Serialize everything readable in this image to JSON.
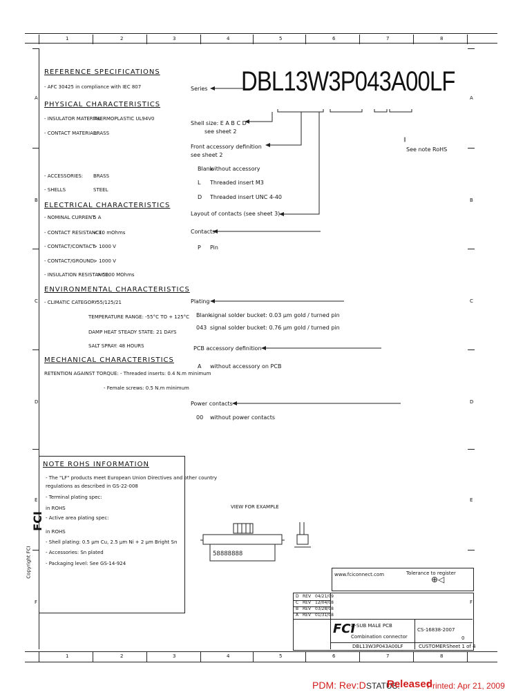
{
  "grid": {
    "top_cols": [
      "1",
      "2",
      "3",
      "4",
      "5",
      "6",
      "7",
      "8"
    ],
    "bottom_cols": [
      "1",
      "2",
      "3",
      "4",
      "5",
      "6",
      "7",
      "8"
    ],
    "left_rows": [
      "A",
      "B",
      "C",
      "D",
      "E",
      "F"
    ],
    "right_rows": [
      "A",
      "B",
      "C",
      "D",
      "E",
      "F"
    ]
  },
  "left": {
    "ref_spec": {
      "title": "REFERENCE SPECIFICATIONS",
      "lines": [
        "- AFC 30425 in compliance with IEC 807"
      ]
    },
    "physical": {
      "title": "PHYSICAL CHARACTERISTICS",
      "rows": [
        {
          "k": "- INSULATOR MATERIAL:",
          "v": "THERMOPLASTIC UL94V0"
        },
        {
          "k": "- CONTACT MATERIAL:",
          "v": "BRASS"
        },
        {
          "k": "- ACCESSORIES:",
          "v": "BRASS"
        },
        {
          "k": "- SHELLS",
          "v": "STEEL"
        }
      ]
    },
    "electrical": {
      "title": "ELECTRICAL CHARACTERISTICS",
      "rows": [
        {
          "k": "- NOMINAL CURRENT:",
          "v": "5 A"
        },
        {
          "k": "- CONTACT RESISTANCE:",
          "v": "< 10 mOhms"
        },
        {
          "k": "- CONTACT/CONTACT:",
          "v": "> 1000 V"
        },
        {
          "k": "- CONTACT/GROUND:",
          "v": "> 1000 V"
        },
        {
          "k": "- INSULATION RESISTANCE:",
          "v": "> 5000 MOhms"
        }
      ]
    },
    "environmental": {
      "title": "ENVIRONMENTAL CHARACTERISTICS",
      "rows": [
        {
          "k": "- CLIMATIC CATEGORY:",
          "v": "55/125/21"
        },
        {
          "k": "",
          "v": "TEMPERATURE RANGE: -55°C TO + 125°C"
        },
        {
          "k": "",
          "v": "DAMP HEAT STEADY STATE: 21 DAYS"
        },
        {
          "k": "",
          "v": "SALT SPRAY: 48 HOURS"
        }
      ]
    },
    "mechanical": {
      "title": "MECHANICAL CHARACTERISTICS",
      "lines": [
        "RETENTION AGAINST TORQUE: - Threaded inserts: 0.4 N.m minimum",
        "- Female screws: 0.5 N.m minimum"
      ]
    },
    "note": {
      "title": "NOTE ROHS INFORMATION",
      "lines": [
        "- The \"LF\" products meet European Union Directives and other country",
        "  regulations as described in GS-22-008",
        "- Terminal plating spec:",
        "  in ROHS",
        "- Active area plating spec:",
        "  in ROHS",
        "- Shell plating: 0.5 µm Cu, 2.5 µm Ni + 2 µm Bright Sn",
        "- Accessories: Sn plated",
        "- Packaging level: See GS-14-924"
      ]
    },
    "copyright": "Copyright FCI"
  },
  "right": {
    "part_number": "DBL13W3P043A00LF",
    "series": "Series",
    "shell_size": "Shell size: E A B C D",
    "shell_see": "see sheet 2",
    "see_rohs": "See note RoHS",
    "front_acc": "Front accessory definition",
    "front_see": "see sheet 2",
    "acc_rows": [
      {
        "k": "Blank",
        "v": "without accessory"
      },
      {
        "k": "L",
        "v": "Threaded insert M3"
      },
      {
        "k": "D",
        "v": "Threaded insert UNC 4-40"
      }
    ],
    "layout": "Layout of contacts (see sheet 3)",
    "contacts": "Contacts",
    "contacts_row": {
      "k": "P",
      "v": "Pin"
    },
    "plating": "Plating",
    "plating_rows": [
      {
        "k": "Blank",
        "v": "signal solder bucket: 0.03 µm gold / turned pin"
      },
      {
        "k": "043",
        "v": "signal solder bucket: 0.76 µm gold / turned pin"
      }
    ],
    "pcb_acc": "PCB accessory definition",
    "pcb_row": {
      "k": "A",
      "v": "without accessory on PCB"
    },
    "power": "Power contacts",
    "power_row": {
      "k": "00",
      "v": "without power contacts"
    },
    "view_label": "VIEW FOR EXAMPLE",
    "pin_labels": "58888888"
  },
  "title_block": {
    "website": "www.fciconnect.com",
    "tolerance": "Tolerance to register",
    "projection": "Projection",
    "rev_rows": [
      {
        "rev": "D",
        "desc": "REV",
        "date": "04/21/09"
      },
      {
        "rev": "C",
        "desc": "REV",
        "date": "12/04/08"
      },
      {
        "rev": "B",
        "desc": "REV",
        "date": "03/28/08"
      },
      {
        "rev": "A",
        "desc": "REV",
        "date": "01/31/08"
      }
    ],
    "title": "D-SUB MALE PCB",
    "subtitle": "Combination connector",
    "doc_no": "DBL13W3P043A00LF",
    "drawing_no": "CS-16838-2007",
    "sheet": "0",
    "customer": "CUSTOMER",
    "sheet_of": "Sheet 1 of 4",
    "brand": "FCI",
    "logo_text": "FCI"
  },
  "footer": {
    "pdm": "PDM: Rev:D",
    "status_label": "STATUS:",
    "status_value": "Released",
    "printed": "Printed: Apr 21, 2009"
  }
}
